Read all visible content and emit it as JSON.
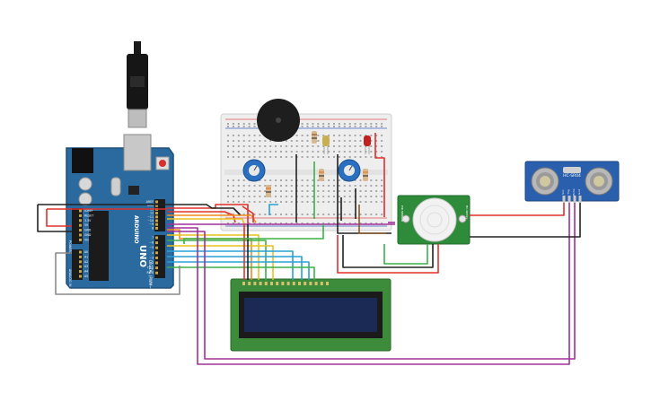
{
  "arduino": {
    "brand": "ARDUINO",
    "model": "UNO",
    "header_labels_top": [
      "AREF",
      "GND",
      "13",
      "12",
      "~11",
      "~10",
      "~9",
      "8"
    ],
    "header_labels_bottom": [
      "7",
      "~6",
      "~5",
      "4",
      "~3",
      "2",
      "TX 1",
      "RX 0"
    ],
    "power_labels": [
      "IOREF",
      "RESET",
      "3.3V",
      "5V",
      "GND",
      "GND",
      "Vin"
    ],
    "analog_labels": [
      "A0",
      "A1",
      "A2",
      "A3",
      "A4",
      "A5"
    ],
    "digital_label": "DIGITAL (PWM~)",
    "power_section_label": "POWER",
    "analog_section_label": "ANALOG IN"
  },
  "ultrasonic": {
    "model": "HC-SR04",
    "pins": [
      "Vcc",
      "Trig",
      "Echo",
      "Gnd"
    ]
  },
  "pir": {
    "left_label": "PIR SENSOR",
    "right_label": "HC-SR501"
  },
  "colors": {
    "board": "#2a6a9e",
    "board_dark": "#1e4f7a",
    "lcd_green": "#3c8c3c",
    "lcd_screen": "#1b2a55",
    "pir_green": "#2e8b3a",
    "wire_red": "#e0302a",
    "wire_black": "#222222",
    "wire_orange": "#f08a1c",
    "wire_yellow": "#e8c21a",
    "wire_green": "#3cb04a",
    "wire_cyan": "#2aa0d6",
    "wire_purple": "#a0309a",
    "wire_gray": "#8a8a8a",
    "wire_brown": "#8b5a2b",
    "pot_blue": "#2a6fc0",
    "breadboard": "#eeeeee"
  }
}
